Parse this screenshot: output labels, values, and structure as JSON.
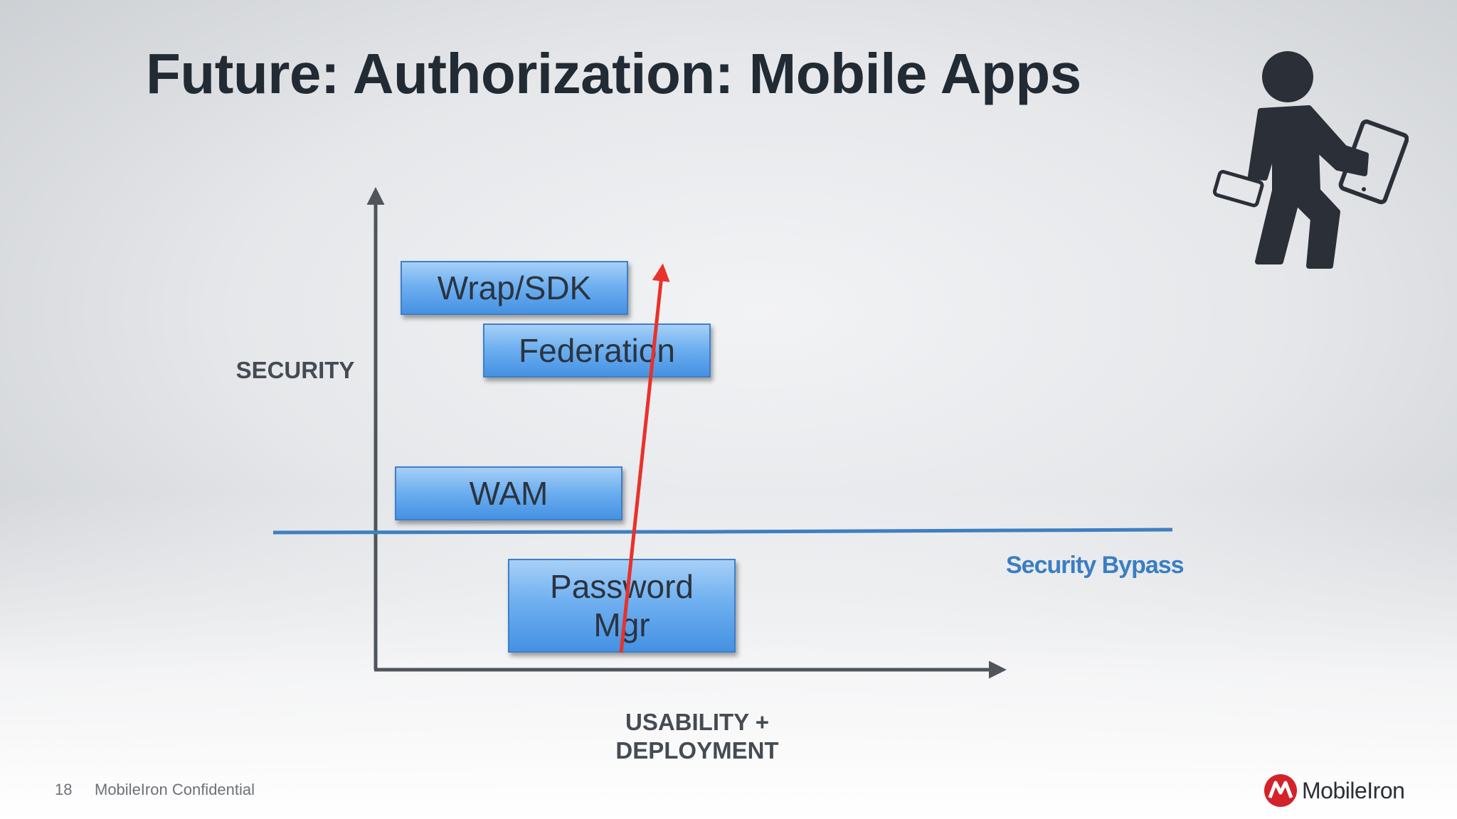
{
  "slide": {
    "title": "Future: Authorization: Mobile Apps",
    "page_number": "18",
    "confidential": "MobileIron Confidential",
    "brand": "MobileIron"
  },
  "diagram": {
    "y_axis_label": "SECURITY",
    "x_axis_label_line1": "USABILITY +",
    "x_axis_label_line2": "DEPLOYMENT",
    "boxes": {
      "wrap": "Wrap/SDK",
      "federation": "Federation",
      "wam": "WAM",
      "password_line1": "Password",
      "password_line2": "Mgr"
    },
    "threshold_label": "Security Bypass"
  },
  "colors": {
    "box_fill": "#6fb0f0",
    "threshold_line": "#3f7fbf",
    "trend_arrow": "#e8322a",
    "axis": "#50555c",
    "brand_red": "#d2232a"
  },
  "icons": [
    "person-with-devices-icon",
    "mobileiron-logo-icon"
  ]
}
